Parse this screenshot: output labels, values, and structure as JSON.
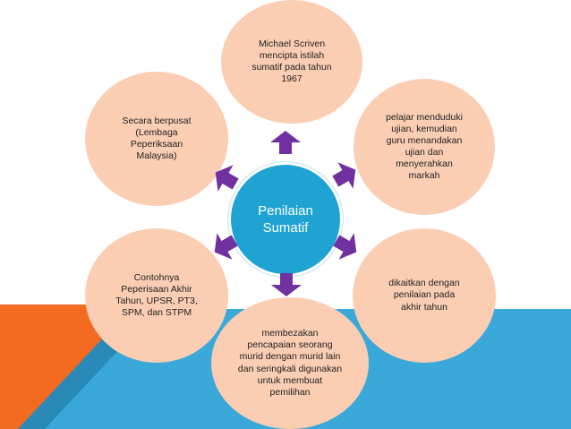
{
  "diagram": {
    "center": {
      "label": "Penilaian\nSumatif"
    },
    "nodes": [
      {
        "id": "top",
        "label": "Michael Scriven\nmencipta istilah\nsumatif pada tahun\n1967"
      },
      {
        "id": "top-right",
        "label": "pelajar menduduki\nujian, kemudian\nguru menandakan\nujian dan\nmenyerahkan\nmarkah"
      },
      {
        "id": "bottom-right",
        "label": "dikaitkan dengan\npenilaian pada\nakhir tahun"
      },
      {
        "id": "bottom",
        "label": "membezakan\npencapaian seorang\nmurid dengan murid lain\ndan seringkali digunakan\nuntuk membuat\npemilihan"
      },
      {
        "id": "bottom-left",
        "label": "Contohnya\nPeperisaan Akhir\nTahun, UPSR, PT3,\nSPM, dan STPM"
      },
      {
        "id": "top-left",
        "label": "Secara berpusat\n(Lembaga\nPeperiksaan\nMalaysia)"
      }
    ]
  },
  "colors": {
    "center_fill": "#1ea3d3",
    "node_fill": "#fbcdb3",
    "arrow_fill": "#7030a0",
    "band_blue": "#3aa9d9",
    "band_orange": "#f26b21"
  }
}
